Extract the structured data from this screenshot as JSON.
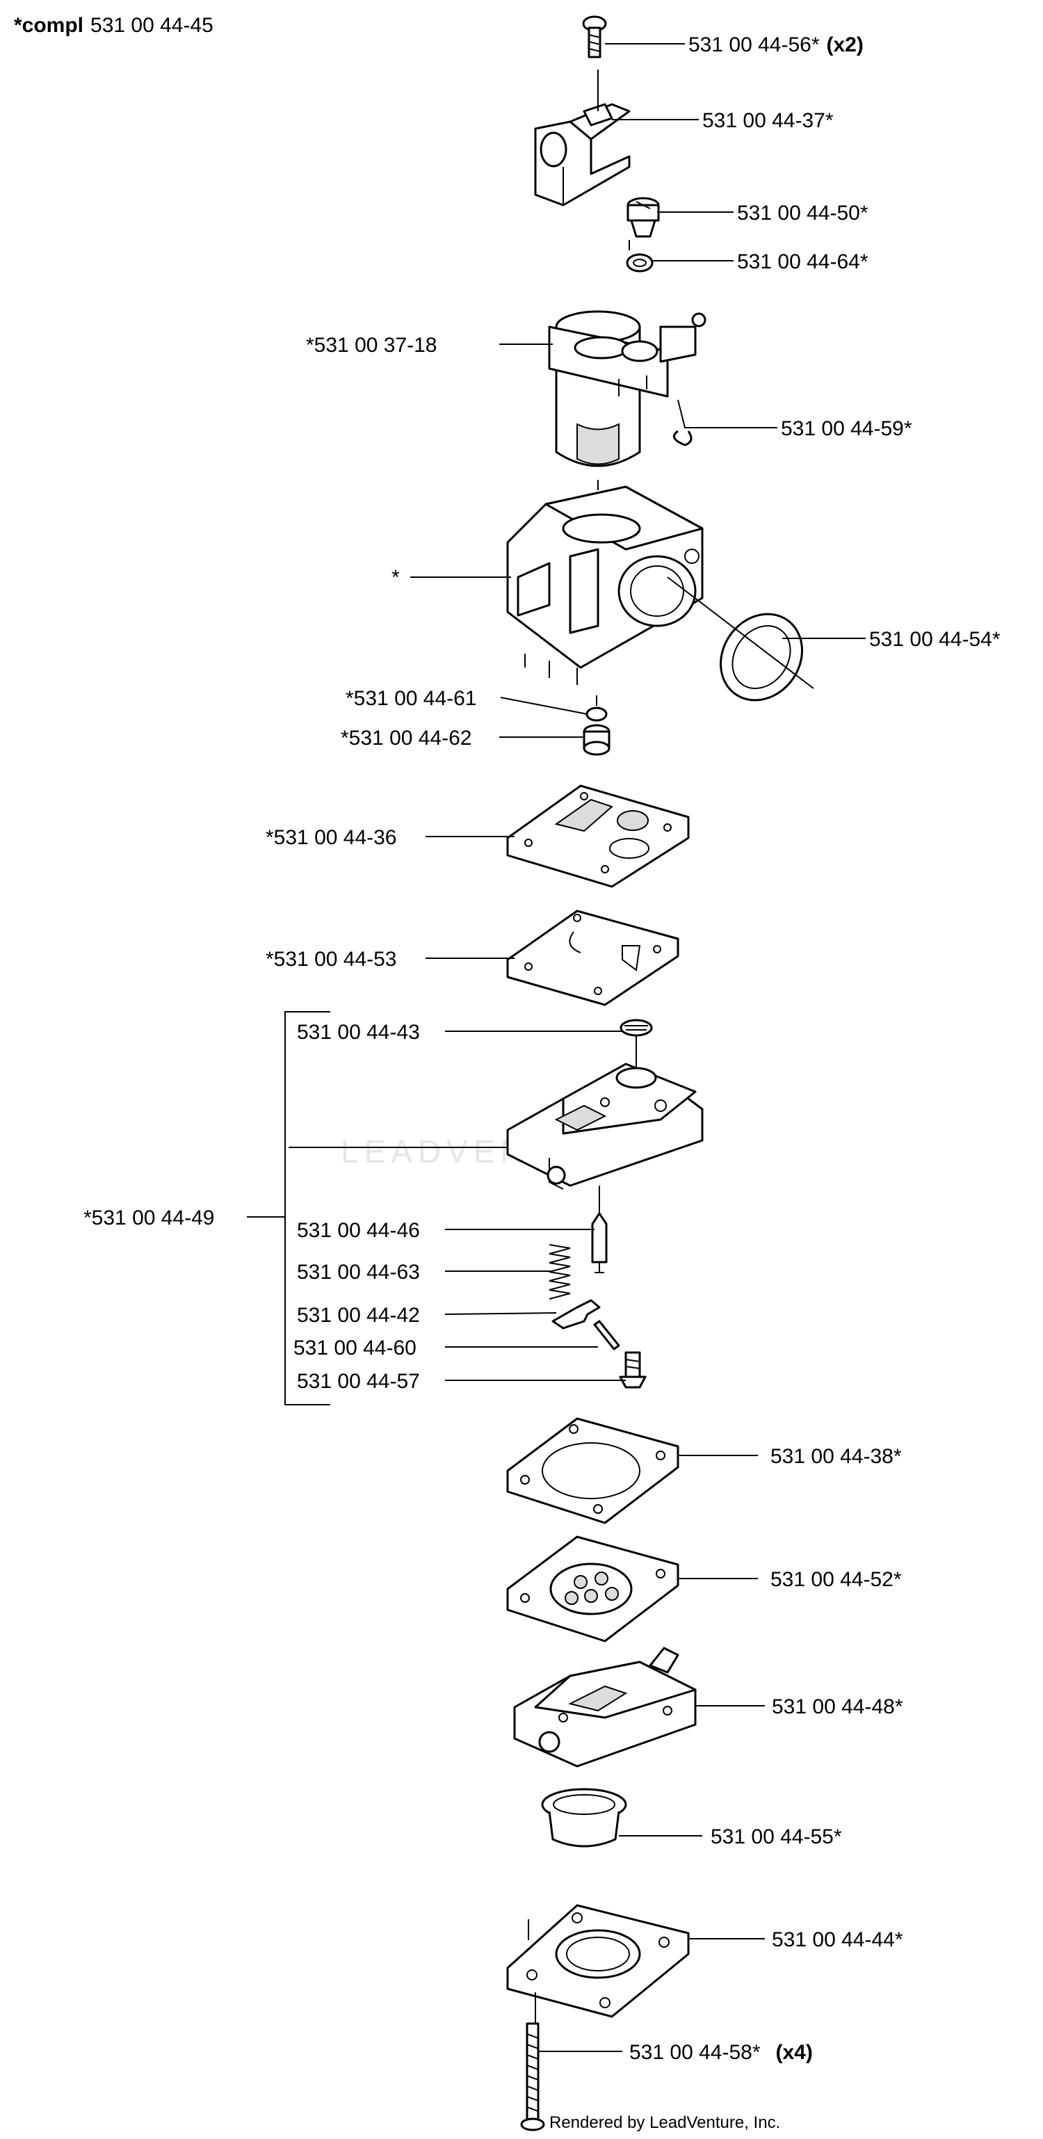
{
  "header": {
    "prefix": "*compl",
    "number": "531 00 44-45"
  },
  "labels": [
    {
      "id": "p1",
      "text": "531 00 44-56*",
      "qty": "(x2)"
    },
    {
      "id": "p2",
      "text": "531 00 44-37*"
    },
    {
      "id": "p3",
      "text": "531 00 44-50*"
    },
    {
      "id": "p4",
      "text": "531 00 44-64*"
    },
    {
      "id": "p5",
      "text": "*531 00 37-18"
    },
    {
      "id": "p6",
      "text": "531 00 44-59*"
    },
    {
      "id": "p7",
      "text": "*"
    },
    {
      "id": "p8",
      "text": "531 00 44-54*"
    },
    {
      "id": "p9",
      "text": "*531 00 44-61"
    },
    {
      "id": "p10",
      "text": "*531 00 44-62"
    },
    {
      "id": "p11",
      "text": "*531 00 44-36"
    },
    {
      "id": "p12",
      "text": "*531 00 44-53"
    },
    {
      "id": "p13",
      "text": "531 00 44-43"
    },
    {
      "id": "p14",
      "text": "*531 00 44-49"
    },
    {
      "id": "p15",
      "text": "531 00 44-46"
    },
    {
      "id": "p16",
      "text": "531 00 44-63"
    },
    {
      "id": "p17",
      "text": "531 00 44-42"
    },
    {
      "id": "p18",
      "text": "531 00 44-60"
    },
    {
      "id": "p19",
      "text": "531 00 44-57"
    },
    {
      "id": "p20",
      "text": "531 00 44-38*"
    },
    {
      "id": "p21",
      "text": "531 00 44-52*"
    },
    {
      "id": "p22",
      "text": "531 00 44-48*"
    },
    {
      "id": "p23",
      "text": "531 00 44-55*"
    },
    {
      "id": "p24",
      "text": "531 00 44-44*"
    },
    {
      "id": "p25",
      "text": "531 00 44-58*",
      "qty": "(x4)"
    }
  ],
  "watermark": "LEADVENTURE",
  "footer": "Rendered by LeadVenture, Inc."
}
